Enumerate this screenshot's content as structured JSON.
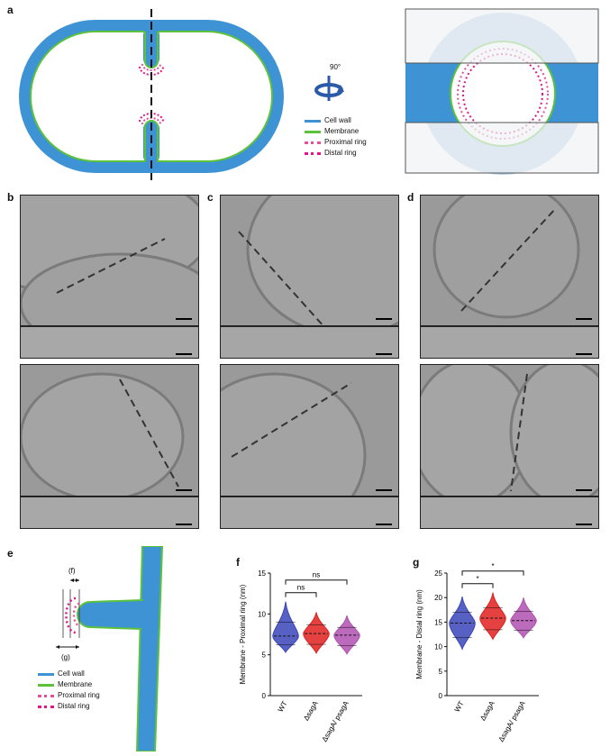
{
  "panels": {
    "a": "a",
    "b": "b",
    "c": "c",
    "d": "d",
    "e": "e",
    "f": "f",
    "g": "g"
  },
  "panel_a": {
    "rotation_label": "90°",
    "legend": [
      {
        "label": "Cell wall",
        "color": "#3e93d4",
        "style": "line"
      },
      {
        "label": "Membrane",
        "color": "#5cc23c",
        "style": "line"
      },
      {
        "label": "Proximal ring",
        "color": "#e0529e",
        "style": "dot"
      },
      {
        "label": "Distal ring",
        "color": "#e0148c",
        "style": "dot"
      }
    ]
  },
  "panel_e": {
    "label_f": "(f)",
    "label_g": "(g)",
    "legend": [
      {
        "label": "Cell wall",
        "color": "#3e93d4",
        "style": "line"
      },
      {
        "label": "Membrane",
        "color": "#5cc23c",
        "style": "line"
      },
      {
        "label": "Proximal ring",
        "color": "#e0529e",
        "style": "dot"
      },
      {
        "label": "Distal ring",
        "color": "#e0148c",
        "style": "dot"
      }
    ]
  },
  "chart_data": [
    {
      "type": "violin",
      "panel": "f",
      "ylabel": "Membrane - Proximal ring (nm)",
      "ylim": [
        0,
        15
      ],
      "yticks": [
        0,
        5,
        10,
        15
      ],
      "categories": [
        "WT",
        "ΔsagA",
        "ΔsagA/ psagA"
      ],
      "medians": [
        7.3,
        7.6,
        7.4
      ],
      "ranges": [
        [
          5.3,
          11.5
        ],
        [
          5.2,
          10.2
        ],
        [
          5.1,
          9.8
        ]
      ],
      "colors": [
        "#3a45b8",
        "#e02020",
        "#b050b0"
      ],
      "significance": [
        {
          "pair": [
            0,
            1
          ],
          "label": "ns"
        },
        {
          "pair": [
            0,
            2
          ],
          "label": "ns"
        }
      ]
    },
    {
      "type": "violin",
      "panel": "g",
      "ylabel": "Membrane - Distal ring (nm)",
      "ylim": [
        0,
        25
      ],
      "yticks": [
        0,
        5,
        10,
        15,
        20,
        25
      ],
      "categories": [
        "WT",
        "ΔsagA",
        "ΔsagA/ psagA"
      ],
      "medians": [
        14.8,
        15.8,
        15.3
      ],
      "ranges": [
        [
          9.5,
          20.2
        ],
        [
          11.5,
          21.0
        ],
        [
          11.8,
          20.0
        ]
      ],
      "colors": [
        "#3a45b8",
        "#e02020",
        "#b050b0"
      ],
      "significance": [
        {
          "pair": [
            0,
            1
          ],
          "label": "*"
        },
        {
          "pair": [
            0,
            2
          ],
          "label": "*"
        }
      ]
    }
  ]
}
